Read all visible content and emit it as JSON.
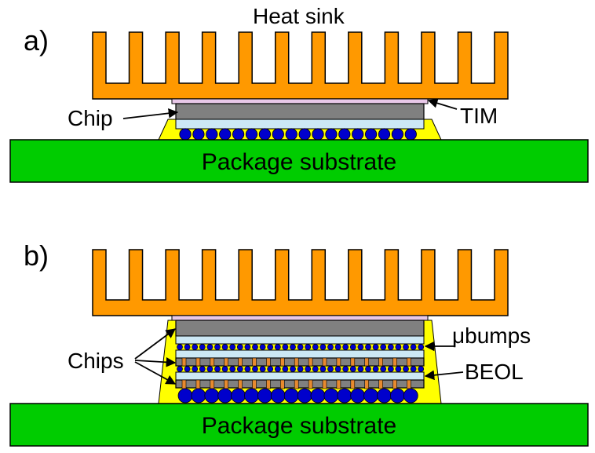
{
  "colors": {
    "heat_sink": "#FF9900",
    "chip_body": "#808080",
    "beol": "#CCE8F5",
    "tim": "#E8C8E8",
    "substrate": "#00CC00",
    "underfill": "#FFFF00",
    "bump": "#0000CC",
    "tsv": "#E88A2E",
    "outline": "#000000"
  },
  "panel_a": {
    "letter": "a)",
    "heat_sink_label": "Heat sink",
    "chip_label": "Chip",
    "tim_label": "TIM",
    "substrate_label": "Package substrate"
  },
  "panel_b": {
    "letter": "b)",
    "chips_label": "Chips",
    "ubumps_label": "μbumps",
    "beol_label": "BEOL",
    "substrate_label": "Package substrate"
  }
}
